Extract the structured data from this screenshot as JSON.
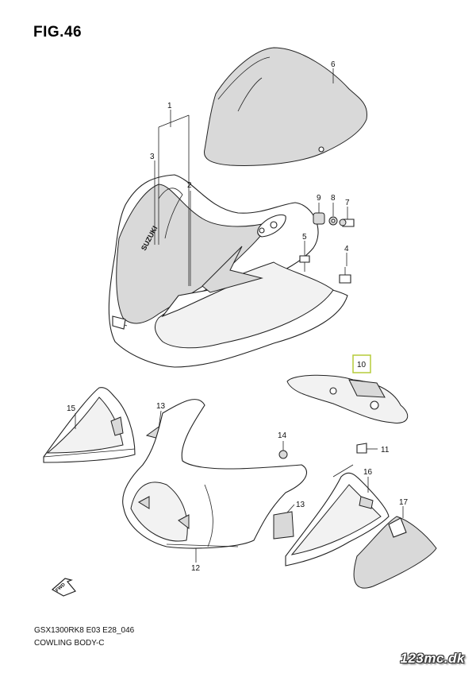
{
  "figure_title": "FIG.46",
  "callouts": {
    "c1": "1",
    "c2": "2",
    "c3": "3",
    "c4": "4",
    "c5": "5",
    "c6": "6",
    "c7": "7",
    "c8": "8",
    "c9": "9",
    "c10": "10",
    "c11": "11",
    "c12": "12",
    "c13a": "13",
    "c13b": "13",
    "c14": "14",
    "c15": "15",
    "c16": "16",
    "c17": "17"
  },
  "brand_text": "SUZUKI",
  "fwd_text": "FWD",
  "footer": {
    "model_code": "GSX1300RK8 E03 E28_046",
    "section_name": "COWLING BODY-C"
  },
  "watermark": "123mc.dk",
  "colors": {
    "highlight_box": "#b5cc3a",
    "line": "#222222",
    "shade": "#d9d9d9"
  }
}
